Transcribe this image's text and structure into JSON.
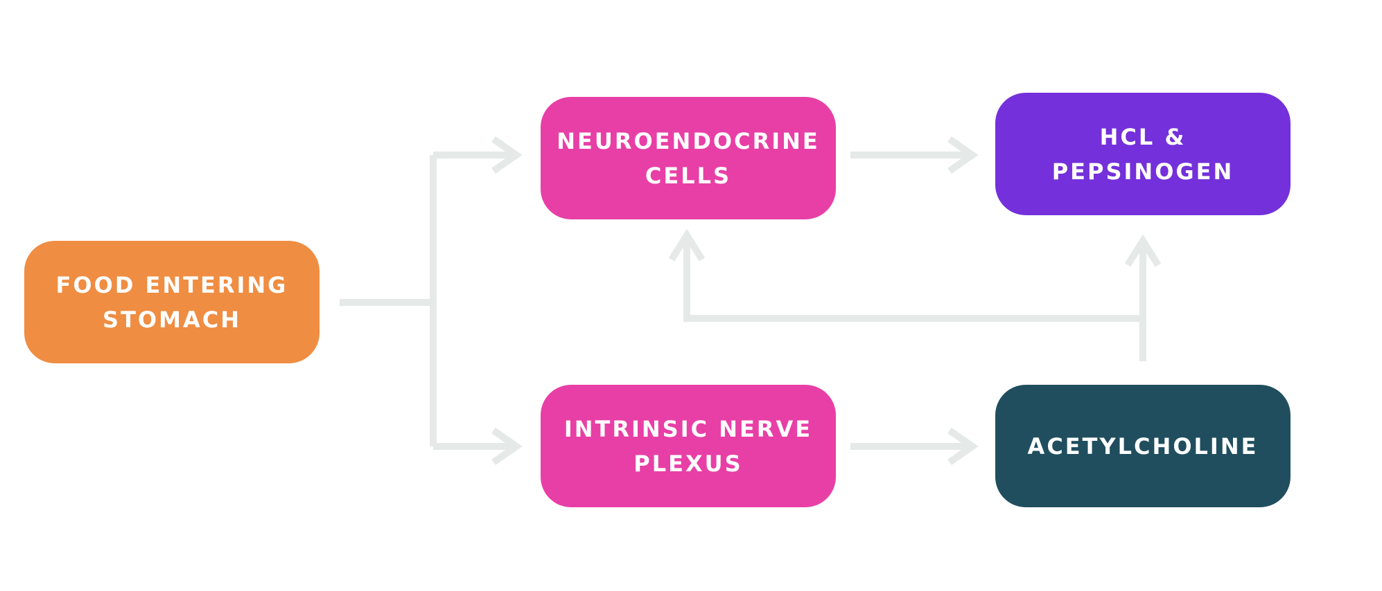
{
  "nodes": {
    "food": {
      "label_line1": "FOOD ENTERING",
      "label_line2": "STOMACH",
      "color": "#EF8D42"
    },
    "neuro": {
      "label_line1": "NEUROENDOCRINE",
      "label_line2": "CELLS",
      "color": "#E83FA6"
    },
    "hcl": {
      "label_line1": "HCL & PEPSINOGEN",
      "label_line2": "",
      "color": "#7430DA"
    },
    "nerve": {
      "label_line1": "INTRINSIC NERVE",
      "label_line2": "PLEXUS",
      "color": "#E83FA6"
    },
    "ach": {
      "label_line1": "ACETYLCHOLINE",
      "label_line2": "",
      "color": "#204E5E"
    }
  },
  "connector_color": "#E5E9E8"
}
